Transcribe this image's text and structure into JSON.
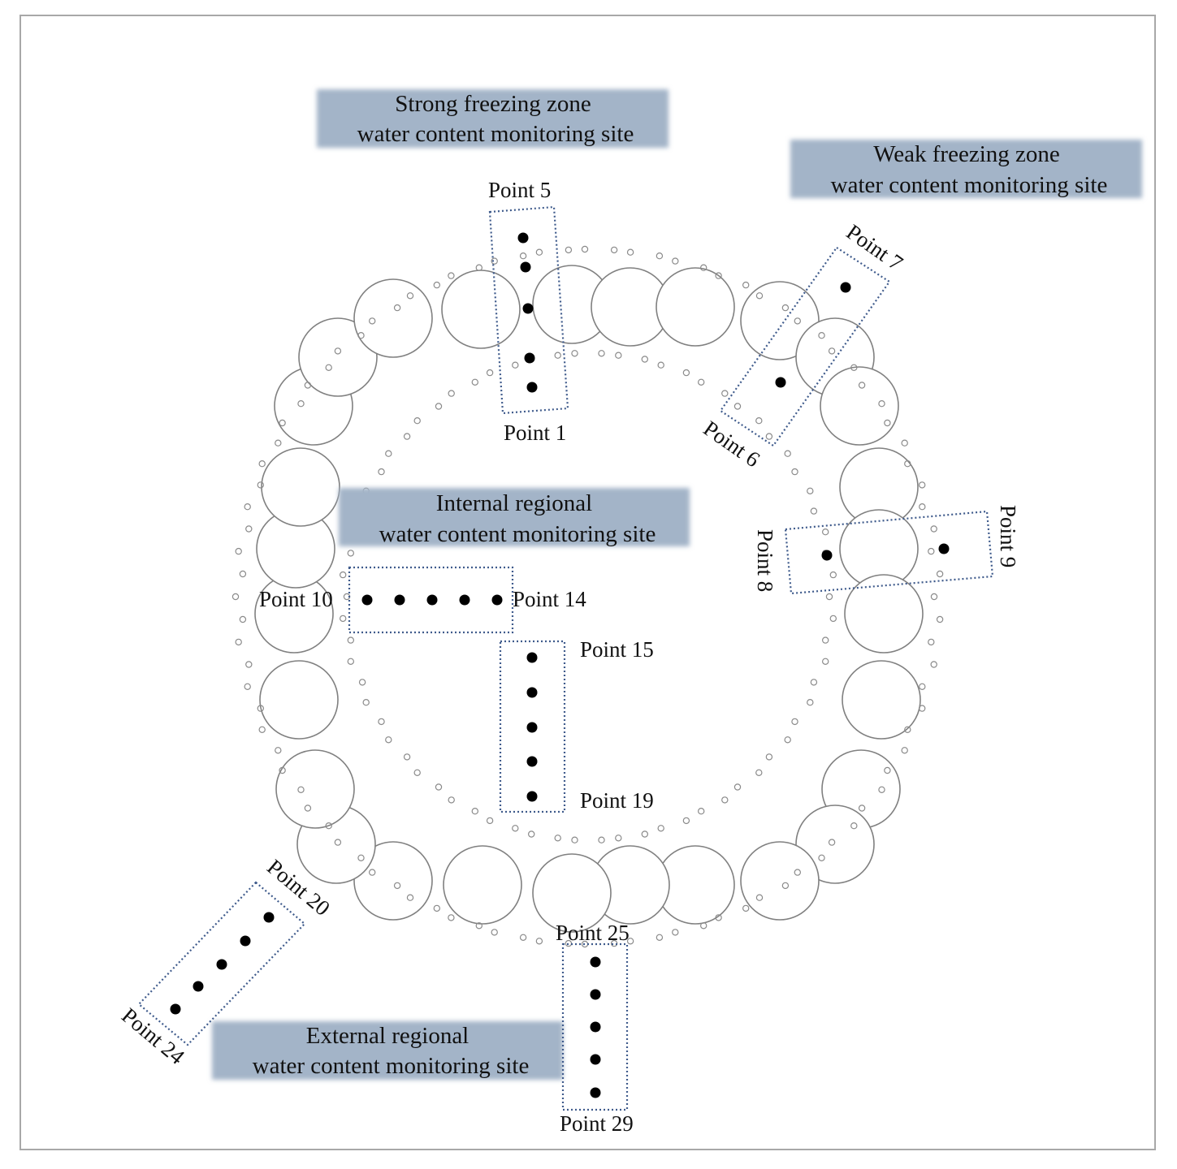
{
  "zone_labels": {
    "strong": {
      "line1": "Strong freezing zone",
      "line2": "water content monitoring site"
    },
    "weak": {
      "line1": "Weak freezing zone",
      "line2": "water content monitoring site"
    },
    "internal": {
      "line1": "Internal regional",
      "line2": "water content monitoring site"
    },
    "external": {
      "line1": "External regional",
      "line2": "water content monitoring site"
    }
  },
  "point_labels": {
    "p1": "Point 1",
    "p5": "Point 5",
    "p6": "Point 6",
    "p7": "Point 7",
    "p8": "Point 8",
    "p9": "Point 9",
    "p10": "Point 10",
    "p14": "Point 14",
    "p15": "Point 15",
    "p19": "Point 19",
    "p20": "Point 20",
    "p24": "Point 24",
    "p25": "Point 25",
    "p29": "Point 29"
  },
  "colors": {
    "label_band": "#a3b4c8",
    "dotted_box": "#3f5b8c",
    "outline": "#808080",
    "point": "#000000"
  }
}
